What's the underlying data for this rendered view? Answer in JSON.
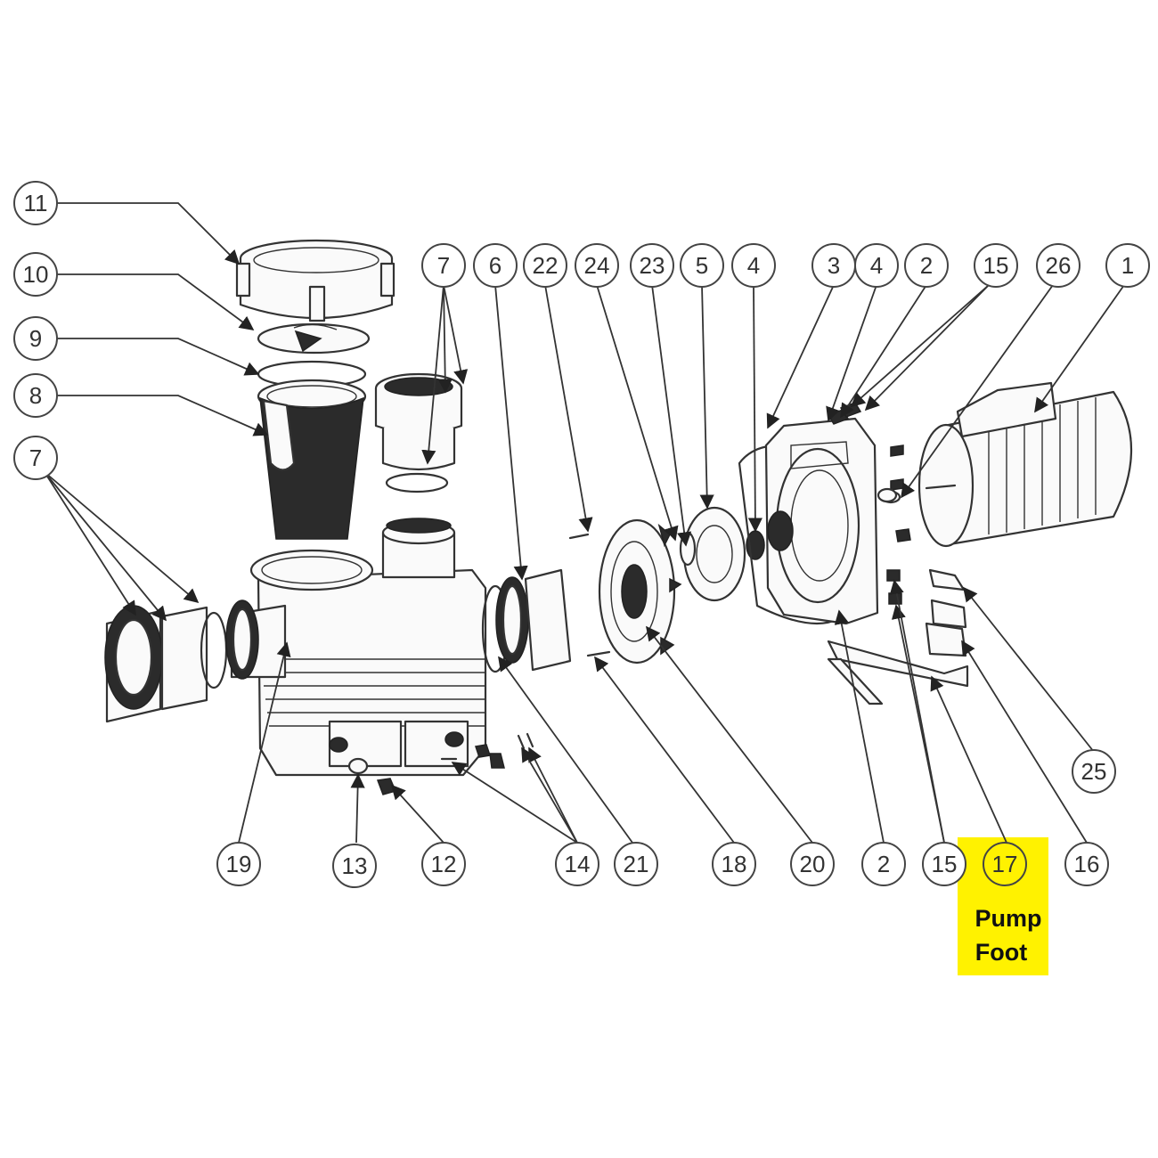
{
  "highlight": {
    "color": "#fff200",
    "line1": "Pump",
    "line2": "Foot"
  },
  "callouts_top": [
    "11",
    "10",
    "9",
    "8",
    "7",
    "7",
    "6",
    "22",
    "24",
    "23",
    "5",
    "4",
    "3",
    "4",
    "2",
    "15",
    "26",
    "1"
  ],
  "callouts_bottom": [
    "19",
    "13",
    "12",
    "14",
    "21",
    "18",
    "20",
    "2",
    "15",
    "17",
    "16",
    "25"
  ]
}
